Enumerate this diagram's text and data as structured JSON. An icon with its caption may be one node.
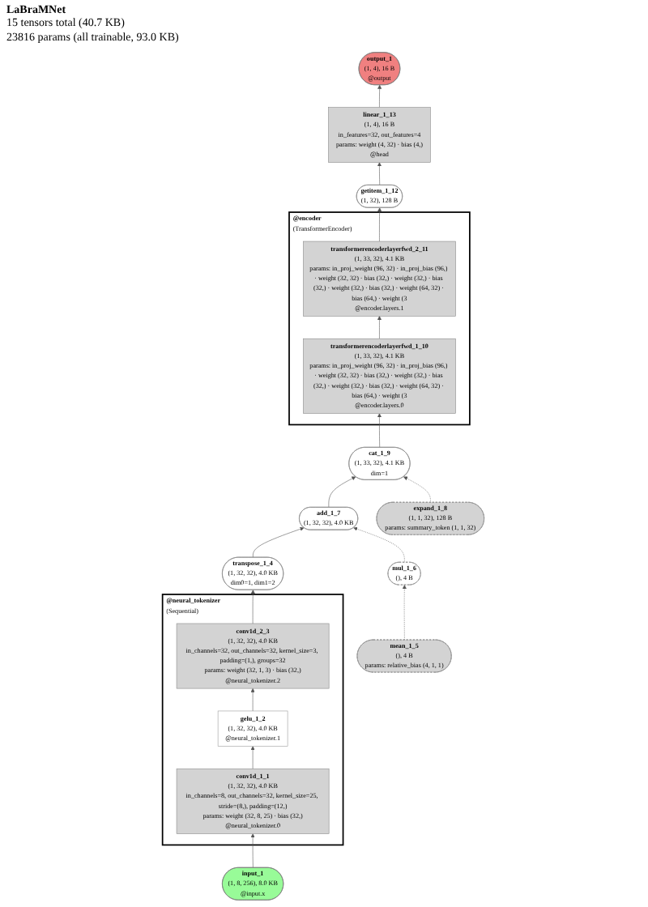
{
  "diagram": {
    "title": "LaBraMNet",
    "nodes": [
      {
        "text": [
          "output_1",
          "(1, 4), 16 B",
          "@output"
        ]
      },
      {
        "text": [
          "linear_1_13",
          "(1, 4), 16 B",
          "in_features=32, out_features=4",
          "params: weight (4, 32) · bias (4,)",
          "@head"
        ]
      },
      {
        "text": [
          "getitem_1_12",
          "(1, 32), 128 B"
        ]
      },
      {
        "text": [
          "@encoder",
          "(TransformerEncoder)"
        ]
      },
      {
        "text": [
          "transformerencoderlayerfwd_2_11",
          "(1, 33, 32), 4.1 KB",
          "params: in_proj_weight (96, 32) · in_proj_bias (96,) · weight (32, 32) · bias (32,) · weight (32,) · bias (32,) · weight (32,) · bias (32,) · weight (64, 32) · bias (64,) · weight (3",
          "@encoder.layers.1"
        ],
        "in": 3
      },
      {
        "text": [
          "transformerencoderlayerfwd_1_10",
          "(1, 33, 32), 4.1 KB",
          "params: in_proj_weight (96, 32) · in_proj_bias (96,) · weight (32, 32) · bias (32,) · weight (32,) · bias (32,) · weight (32,) · bias (32,) · weight (64, 32) · bias (64,) · weight (3",
          "@encoder.layers.0"
        ],
        "in": 3
      },
      {
        "text": [
          "cat_1_9",
          "(1, 33, 32), 4.1 KB",
          "dim=1"
        ]
      },
      {
        "text": [
          "add_1_7",
          "(1, 32, 32), 4.0 KB"
        ]
      },
      {
        "text": [
          "expand_1_8",
          "(1, 1, 32), 128 B",
          "params: summary_token (1, 1, 32)"
        ]
      },
      {
        "text": [
          "transpose_1_4",
          "(1, 32, 32), 4.0 KB",
          "dim0=1, dim1=2"
        ]
      },
      {
        "text": [
          "mul_1_6",
          "(), 4 B"
        ]
      },
      {
        "text": [
          "@neural_tokenizer",
          "(Sequential)"
        ]
      },
      {
        "text": [
          "conv1d_2_3",
          "(1, 32, 32), 4.0 KB",
          "in_channels=32, out_channels=32, kernel_size=3, padding=(1,), groups=32",
          "params: weight (32, 1, 3) · bias (32,)",
          "@neural_tokenizer.2"
        ],
        "in": 11
      },
      {
        "text": [
          "mean_1_5",
          "(), 4 B",
          "params: relative_bias (4, 1, 1)"
        ]
      },
      {
        "text": [
          "gelu_1_2",
          "(1, 32, 32), 4.0 KB",
          "@neural_tokenizer.1"
        ],
        "in": 11
      },
      {
        "text": [
          "conv1d_1_1",
          "(1, 32, 32), 4.0 KB",
          "in_channels=8, out_channels=32, kernel_size=25, stride=(8,), padding=(12,)",
          "params: weight (32, 8, 25) · bias (32,)",
          "@neural_tokenizer.0"
        ],
        "in": 11
      },
      {
        "text": [
          "input_1",
          "(1, 8, 256), 8.0 KB",
          "@input.x"
        ]
      }
    ],
    "edges": [
      {
        "from": 16,
        "to": 15,
        "arrow": "to"
      },
      {
        "from": 15,
        "to": 14,
        "arrow": "to"
      },
      {
        "from": 14,
        "to": 12,
        "arrow": "to"
      },
      {
        "from": 12,
        "to": 9,
        "arrow": "to"
      },
      {
        "from": 9,
        "to": 7,
        "arrow": "to"
      },
      {
        "from": 13,
        "to": 10,
        "arrow": "to",
        "style": "dashed"
      },
      {
        "from": 10,
        "to": 7,
        "arrow": "to",
        "style": "dashed"
      },
      {
        "from": 7,
        "to": 6,
        "arrow": "to"
      },
      {
        "from": 8,
        "to": 6,
        "arrow": "to",
        "style": "dashed"
      },
      {
        "from": 6,
        "to": 5,
        "arrow": "to"
      },
      {
        "from": 5,
        "to": 4,
        "arrow": "to"
      },
      {
        "from": 4,
        "to": 2,
        "arrow": "to"
      },
      {
        "from": 2,
        "to": 1,
        "arrow": "to"
      },
      {
        "from": 1,
        "to": 0,
        "arrow": "to"
      }
    ],
    "labels": [
      "15 tensors total (40.7 KB)",
      "23816 params (all trainable, 93.0 KB)"
    ]
  }
}
